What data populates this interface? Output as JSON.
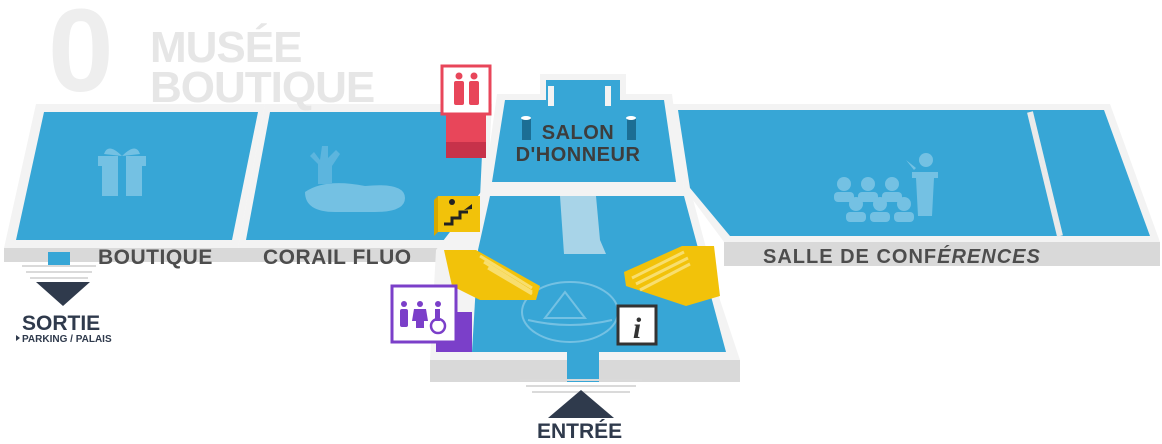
{
  "floor": {
    "number": "0",
    "title_line1": "MUSÉE",
    "title_line2": "BOUTIQUE"
  },
  "rooms": {
    "boutique": "BOUTIQUE",
    "corail": "CORAIL FLUO",
    "salle": "SALLE DE CONF",
    "salle_italic": "ÉRENCES",
    "salon_line1": "SALON",
    "salon_line2": "D'HONNEUR"
  },
  "exit": {
    "label": "SORTIE",
    "sub": "PARKING / PALAIS"
  },
  "entry": {
    "label": "ENTRÉE"
  },
  "colors": {
    "water": "#3aa8d8",
    "wall": "#f0f0f0",
    "stairs": "#f2c20a",
    "toilets_red": "#e8465a",
    "toilets_accessible": "#7b3fc9",
    "info": "#333333",
    "arrow": "#2f3a4c"
  },
  "icons": {
    "boutique": "gift-icon",
    "corail": "coral-icon",
    "salle": "conference-icon",
    "salon": "salon-columns-icon",
    "escalier": "stairs-up-icon",
    "toilettes": "toilets-icon",
    "toilettes_pmr": "accessible-toilets-icon",
    "information": "info-icon",
    "exposition": "boat-icon"
  }
}
